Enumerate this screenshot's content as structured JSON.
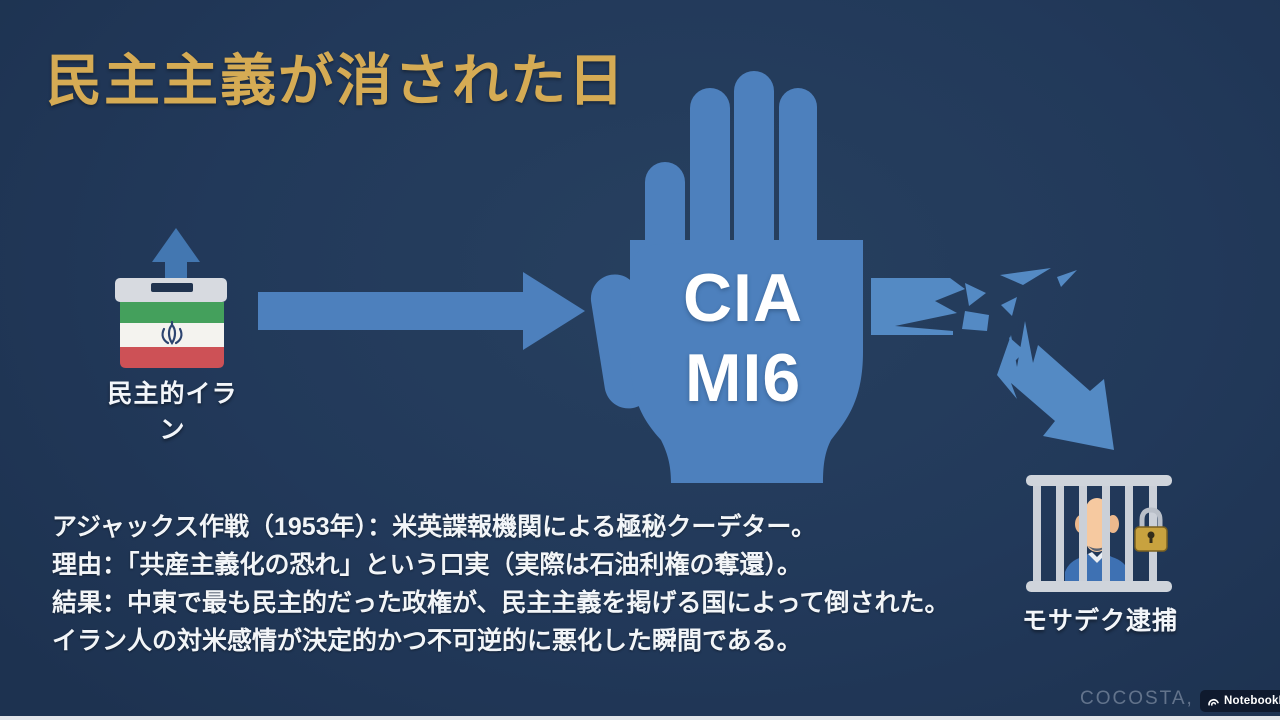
{
  "slide": {
    "title": "民主主義が消された日"
  },
  "flow": {
    "ballot_label": "民主的イラン",
    "hand_line1": "CIA",
    "hand_line2": "MI6",
    "jail_label": "モサデク逮捕"
  },
  "description": {
    "lines": [
      "アジャックス作戦（1953年）：米英諜報機関による極秘クーデター。",
      "理由：「共産主義化の恐れ」という口実（実際は石油利権の奪還）。",
      "結果：中東で最も民主的だった政権が、民主主義を掲げる国によって倒された。",
      "イラン人の対米感情が決定的かつ不可逆的に悪化した瞬間である。"
    ]
  },
  "footer": {
    "watermark": "COCOSTA,",
    "badge_label": "NotebookLM"
  },
  "colors": {
    "background": "#22395a",
    "title_gold": "#d5ab54",
    "flow_blue": "#4d80bd",
    "up_arrow_blue": "#4377b1",
    "flag_green": "#44a05c",
    "flag_white": "#f4f3ef",
    "flag_red": "#cd5156",
    "ballot_lid": "#d7dae0",
    "jail_bar": "#cbd0d8",
    "prisoner_skin": "#f6c9a0",
    "prisoner_shirt": "#3e71b3",
    "padlock_gold": "#c8a23f",
    "body_text": "#f2f5f8"
  }
}
